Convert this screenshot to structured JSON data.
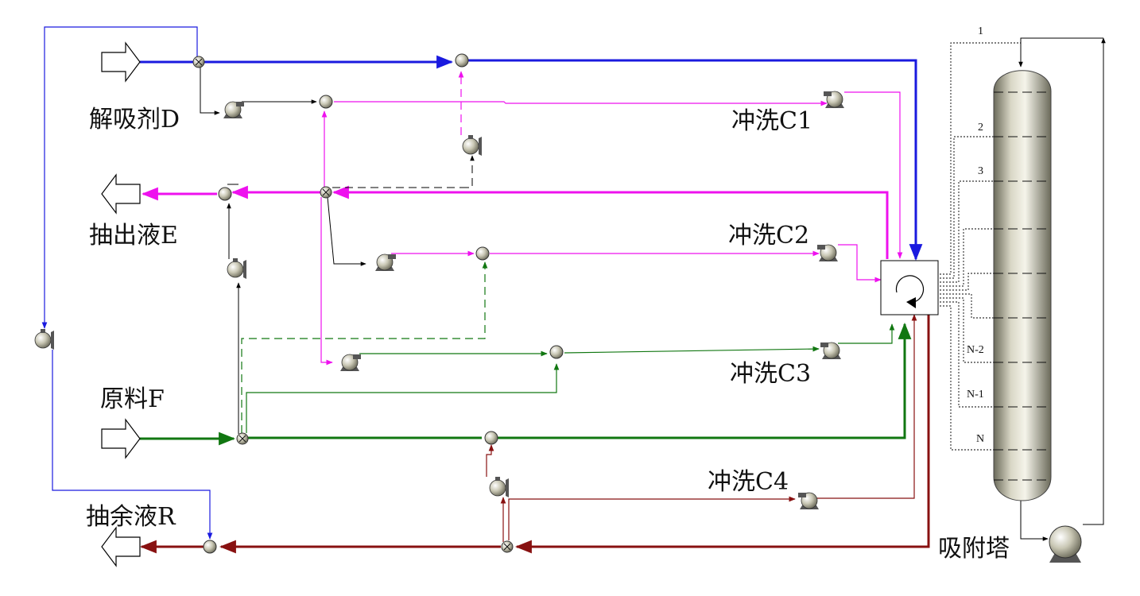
{
  "labels": {
    "desorbent": "解吸剂D",
    "extract": "抽出液E",
    "feed": "原料F",
    "raffinate": "抽余液R",
    "flush_c1": "冲洗C1",
    "flush_c2": "冲洗C2",
    "flush_c3": "冲洗C3",
    "flush_c4": "冲洗C4",
    "column": "吸附塔"
  },
  "trays": [
    "1",
    "2",
    "3",
    "N-2",
    "N-1",
    "N"
  ],
  "colors": {
    "desorbent": "#1a1adf",
    "extract": "#ee11ee",
    "feed": "#117711",
    "raffinate": "#881111",
    "default": "#000000"
  }
}
